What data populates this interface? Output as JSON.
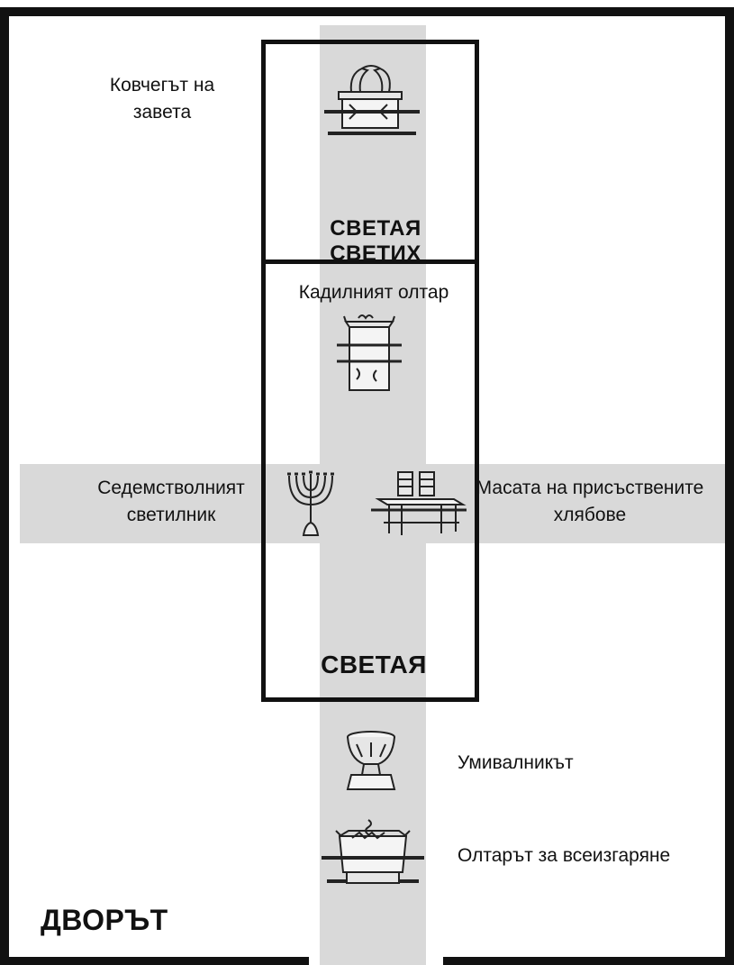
{
  "labels": {
    "ark": "Ковчегът на завета",
    "holy_of_holies": "СВЕТАЯ СВЕТИХ",
    "incense_altar": "Кадилният олтар",
    "menorah": "Седемстволният светилник",
    "showbread_table": "Масата на присъствените хлябове",
    "holy_place": "СВЕТАЯ",
    "laver": "Умивалникът",
    "burnt_offering_altar": "Олтарът за всеизгаряне",
    "courtyard": "ДВОРЪТ"
  },
  "icons": [
    "ark-icon",
    "incense-altar-icon",
    "menorah-icon",
    "showbread-table-icon",
    "laver-icon",
    "burnt-offering-altar-icon"
  ],
  "colors": {
    "band": "#d9d9d9",
    "walls": "#111111"
  }
}
